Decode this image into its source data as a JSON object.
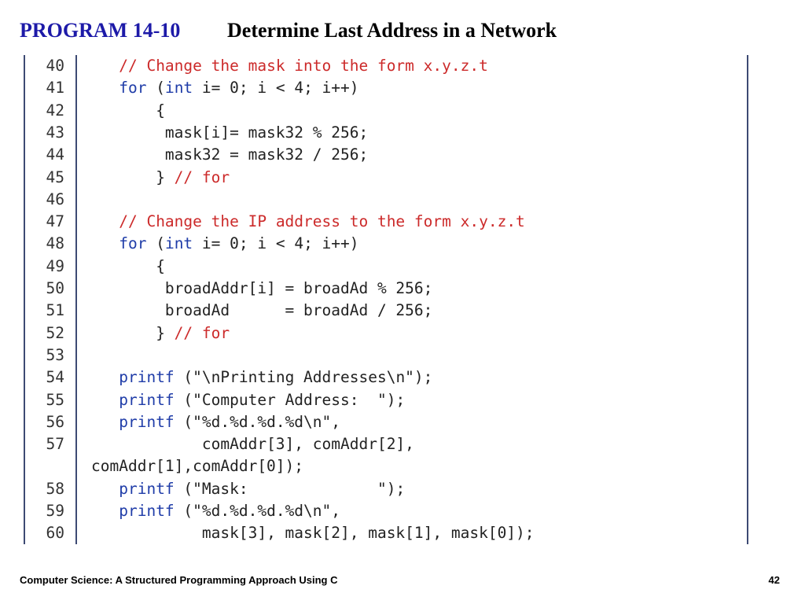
{
  "header": {
    "program_label": "PROGRAM 14-10",
    "title": "Determine Last Address in a Network"
  },
  "colors": {
    "program_label": "#1d1aa8",
    "keyword": "#1f3ca8",
    "comment": "#cc2a2a",
    "panel_border": "#3d4a73"
  },
  "code_lines": [
    {
      "num": "40",
      "indent": "   ",
      "segments": [
        {
          "t": "// Change the mask into the form x.y.z.t",
          "c": "cm"
        }
      ]
    },
    {
      "num": "41",
      "indent": "   ",
      "segments": [
        {
          "t": "for",
          "c": "kw"
        },
        {
          "t": " ("
        },
        {
          "t": "int",
          "c": "kw"
        },
        {
          "t": " i= 0; i < 4; i++)"
        }
      ]
    },
    {
      "num": "42",
      "indent": "       ",
      "segments": [
        {
          "t": "{"
        }
      ]
    },
    {
      "num": "43",
      "indent": "        ",
      "segments": [
        {
          "t": "mask[i]= mask32 % 256;"
        }
      ]
    },
    {
      "num": "44",
      "indent": "        ",
      "segments": [
        {
          "t": "mask32 = mask32 / 256;"
        }
      ]
    },
    {
      "num": "45",
      "indent": "       ",
      "segments": [
        {
          "t": "} "
        },
        {
          "t": "// for",
          "c": "cm"
        }
      ]
    },
    {
      "num": "46",
      "indent": "",
      "segments": []
    },
    {
      "num": "47",
      "indent": "   ",
      "segments": [
        {
          "t": "// Change the IP address to the form x.y.z.t",
          "c": "cm"
        }
      ]
    },
    {
      "num": "48",
      "indent": "   ",
      "segments": [
        {
          "t": "for",
          "c": "kw"
        },
        {
          "t": " ("
        },
        {
          "t": "int",
          "c": "kw"
        },
        {
          "t": " i= 0; i < 4; i++)"
        }
      ]
    },
    {
      "num": "49",
      "indent": "       ",
      "segments": [
        {
          "t": "{"
        }
      ]
    },
    {
      "num": "50",
      "indent": "        ",
      "segments": [
        {
          "t": "broadAddr[i] = broadAd % 256;"
        }
      ]
    },
    {
      "num": "51",
      "indent": "        ",
      "segments": [
        {
          "t": "broadAd      = broadAd / 256;"
        }
      ]
    },
    {
      "num": "52",
      "indent": "       ",
      "segments": [
        {
          "t": "} "
        },
        {
          "t": "// for",
          "c": "cm"
        }
      ]
    },
    {
      "num": "53",
      "indent": "",
      "segments": []
    },
    {
      "num": "54",
      "indent": "   ",
      "segments": [
        {
          "t": "printf",
          "c": "kw"
        },
        {
          "t": " (\"\\nPrinting Addresses\\n\");"
        }
      ]
    },
    {
      "num": "55",
      "indent": "   ",
      "segments": [
        {
          "t": "printf",
          "c": "kw"
        },
        {
          "t": " (\"Computer Address:  \");"
        }
      ]
    },
    {
      "num": "56",
      "indent": "   ",
      "segments": [
        {
          "t": "printf",
          "c": "kw"
        },
        {
          "t": " (\"%d.%d.%d.%d\\n\","
        }
      ]
    },
    {
      "num": "57",
      "indent": "            ",
      "segments": [
        {
          "t": "comAddr[3], comAddr[2],"
        }
      ]
    },
    {
      "num": "",
      "indent": "",
      "wrap": true,
      "segments": [
        {
          "t": "comAddr[1],comAddr[0]);"
        }
      ]
    },
    {
      "num": "58",
      "indent": "   ",
      "segments": [
        {
          "t": "printf",
          "c": "kw"
        },
        {
          "t": " (\"Mask:              \");"
        }
      ]
    },
    {
      "num": "59",
      "indent": "   ",
      "segments": [
        {
          "t": "printf",
          "c": "kw"
        },
        {
          "t": " (\"%d.%d.%d.%d\\n\","
        }
      ]
    },
    {
      "num": "60",
      "indent": "            ",
      "segments": [
        {
          "t": "mask[3], mask[2], mask[1], mask[0]);"
        }
      ]
    }
  ],
  "footer": {
    "left": "Computer Science: A Structured Programming Approach Using C",
    "page": "42"
  }
}
